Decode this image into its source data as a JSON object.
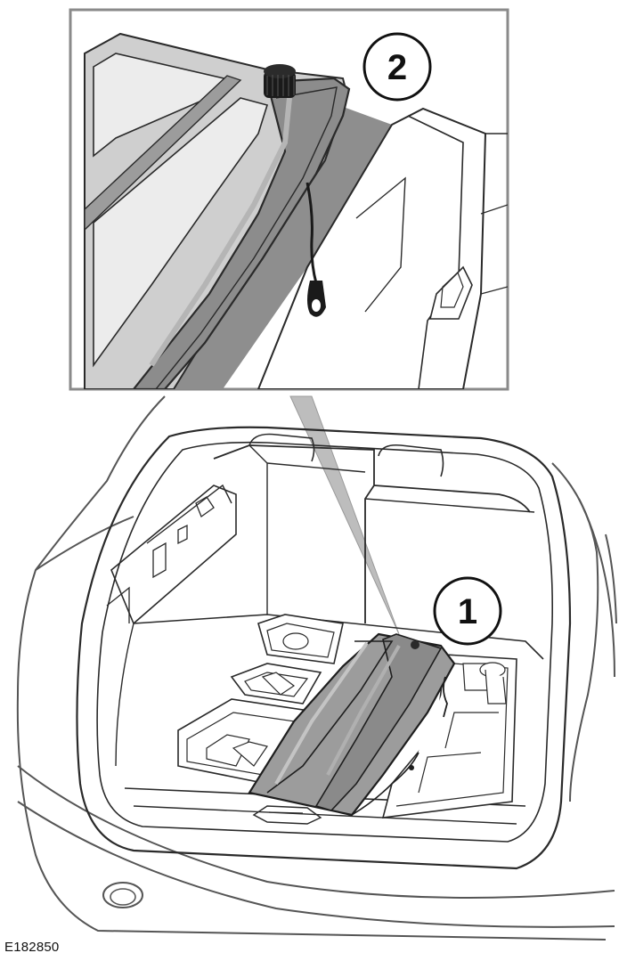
{
  "figure": {
    "reference": "E182850"
  },
  "callouts": [
    {
      "number": "1",
      "part": "cover"
    },
    {
      "number": "2",
      "part": "detail"
    }
  ],
  "colors": {
    "line": "#2a2a2a",
    "detail_border": "#8a8a8a",
    "cover_fill": "#a9a9a9",
    "cover_dark": "#8c8c8c",
    "pointer_fill": "#bdbdbd",
    "background": "#ffffff"
  }
}
